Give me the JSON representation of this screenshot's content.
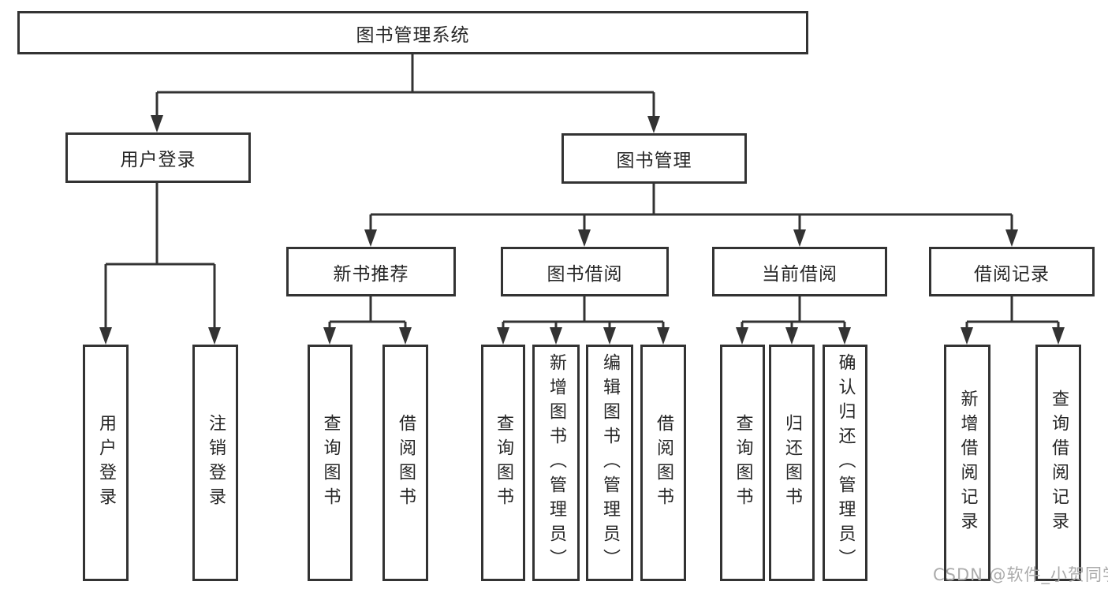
{
  "diagram": {
    "root": "图书管理系统",
    "level2": [
      "用户登录",
      "图书管理"
    ],
    "level3": [
      "新书推荐",
      "图书借阅",
      "当前借阅",
      "借阅记录"
    ],
    "level4": {
      "user_login": [
        "用户登录",
        "注销登录"
      ],
      "new_book": [
        "查询图书",
        "借阅图书"
      ],
      "book_borrow": [
        "查询图书",
        "新增图书（管理员）",
        "编辑图书（管理员）",
        "借阅图书"
      ],
      "current_borrow": [
        "查询图书",
        "归还图书",
        "确认归还（管理员）"
      ],
      "borrow_record": [
        "新增借阅记录",
        "查询借阅记录"
      ]
    }
  },
  "watermark": {
    "text": "CSDN @软件_小贺同学"
  },
  "colors": {
    "line": "#333333",
    "text": "#262626",
    "background": "#ffffff",
    "watermark": "#ababab"
  }
}
